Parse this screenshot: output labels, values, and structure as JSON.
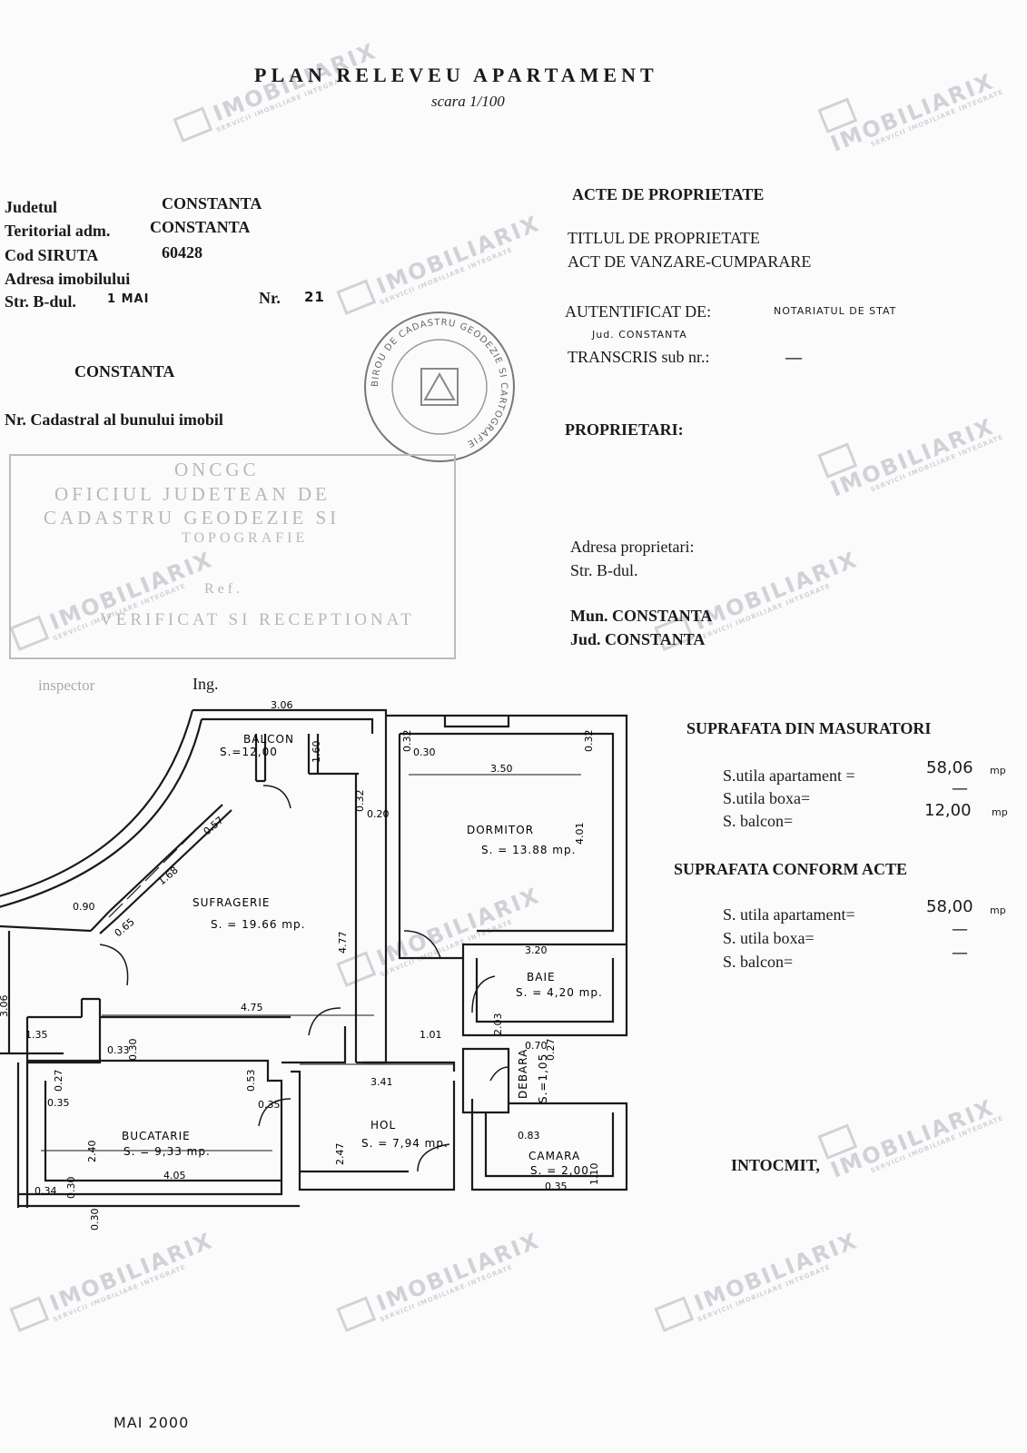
{
  "header": {
    "title": "PLAN RELEVEU APARTAMENT",
    "scale": "scara 1/100"
  },
  "location": [
    {
      "label": "Judetul",
      "value": "CONSTANTA"
    },
    {
      "label": "Teritorial adm.",
      "value": "CONSTANTA"
    },
    {
      "label": "Cod SIRUTA",
      "value": "60428"
    },
    {
      "label": "Adresa imobilului",
      "value": ""
    },
    {
      "label": "Str. B-dul.",
      "value": "1 MAI"
    },
    {
      "label": "Nr.",
      "value": "21"
    }
  ],
  "city": "CONSTANTA",
  "cadastral_label": "Nr. Cadastral al bunului imobil",
  "round_stamp": {
    "text": "BIROU DE CADASTRU GEODEZIE SI CARTOGRAFIE"
  },
  "rect_stamp": {
    "lines": [
      "ONCGC",
      "OFICIUL JUDETEAN DE",
      "CADASTRU GEODEZIE SI",
      "TOPOGRAFIE",
      "Ref.",
      "VERIFICAT SI RECEPTIONAT"
    ],
    "inspector": "inspector",
    "ing": "Ing."
  },
  "ownership": {
    "heading": "ACTE DE PROPRIETATE",
    "title": "TITLUL DE PROPRIETATE",
    "act": "ACT DE VANZARE-CUMPARARE",
    "authenticated_label": "AUTENTIFICAT DE:",
    "authenticated_value": "NOTARIATUL DE STAT",
    "authenticated_county": "Jud. CONSTANTA",
    "transcris_label": "TRANSCRIS sub nr.:",
    "transcris_value": "—"
  },
  "owners": {
    "heading": "PROPRIETARI:",
    "address_label": "Adresa proprietari:",
    "street": "Str. B-dul.",
    "municipality": "Mun. CONSTANTA",
    "county": "Jud. CONSTANTA"
  },
  "surface_measured": {
    "heading": "SUPRAFATA DIN MASURATORI",
    "rows": [
      {
        "label": "S.utila apartament =",
        "value": "58,06",
        "unit": "mp"
      },
      {
        "label": "S.utila boxa=",
        "value": "—",
        "unit": ""
      },
      {
        "label": "S. balcon=",
        "value": "12,00",
        "unit": "mp"
      }
    ]
  },
  "surface_acts": {
    "heading": "SUPRAFATA CONFORM ACTE",
    "rows": [
      {
        "label": "S. utila apartament=",
        "value": "58,00",
        "unit": "mp"
      },
      {
        "label": "S. utila boxa=",
        "value": "—",
        "unit": ""
      },
      {
        "label": "S. balcon=",
        "value": "—",
        "unit": ""
      }
    ]
  },
  "intocmit": "INTOCMIT,",
  "date": "MAI 2000",
  "rooms": [
    {
      "name": "BALCON",
      "area": "S.=12,00"
    },
    {
      "name": "SUFRAGERIE",
      "area": "S. = 19.66 mp."
    },
    {
      "name": "DORMITOR",
      "area": "S. = 13.88 mp."
    },
    {
      "name": "BAIE",
      "area": "S. = 4,20 mp."
    },
    {
      "name": "BUCATARIE",
      "area": "S. = 9,33 mp."
    },
    {
      "name": "HOL",
      "area": "S. = 7,94 mp."
    },
    {
      "name": "CAMARA",
      "area": "S. = 2,00"
    },
    {
      "name": "DEBARA",
      "area": "S.=1,05"
    }
  ],
  "dimensions": [
    "3.06",
    "1.60",
    "0.32",
    "0.30",
    "0.32",
    "3.50",
    "0.32",
    "0.20",
    "0.57",
    "4.01",
    "1.68",
    "4.77",
    "0.90",
    "0.65",
    "3.06",
    "1.35",
    "4.75",
    "1.01",
    "2.03",
    "3.20",
    "0.33",
    "0.30",
    "0.70",
    "0.27",
    "3.41",
    "0.27",
    "0.35",
    "0.53",
    "0.35",
    "2.40",
    "2.47",
    "0.83",
    "1.10",
    "4.05",
    "0.34",
    "0.30",
    "0.30",
    "0.35"
  ],
  "watermark": {
    "brand": "IMOBILIARIX",
    "tagline": "SERVICII IMOBILIARE INTEGRATE"
  }
}
